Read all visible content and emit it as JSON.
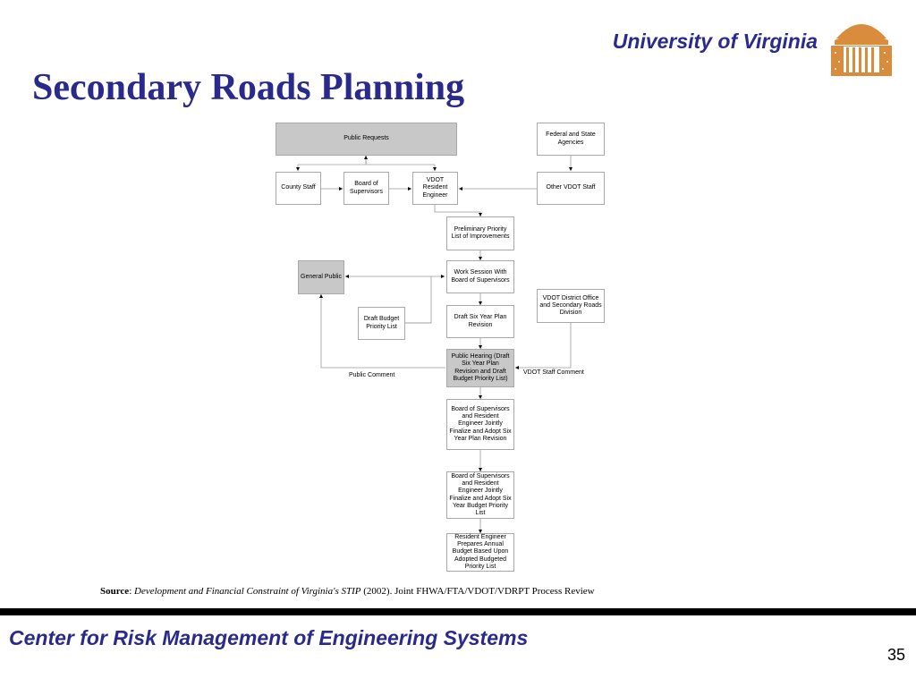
{
  "header": {
    "university": "University of Virginia",
    "title": "Secondary Roads Planning"
  },
  "diagram": {
    "nodes": {
      "public_requests": "Public Requests",
      "federal_state": "Federal and State Agencies",
      "county_staff": "County Staff",
      "board_supervisors": "Board of Supervisors",
      "vdot_resident": "VDOT Resident Engineer",
      "other_vdot": "Other VDOT Staff",
      "prelim_priority": "Preliminary Priority List of Improvements",
      "general_public": "General Public",
      "work_session": "Work Session With Board of Supervisors",
      "vdot_district": "VDOT District Office and Secondary Roads Division",
      "draft_budget": "Draft Budget Priority List",
      "draft_six_year": "Draft Six Year Plan Revision",
      "public_hearing": "Public Hearing (Draft Six Year Plan Revision and Draft Budget Priority List)",
      "adopt_plan": "Board of Supervisors and Resident Engineer Jointly Finalize and Adopt Six Year Plan Revision",
      "adopt_budget": "Board of Supervisors and Resident Engineer Jointly Finalize and Adopt Six Year Budget Priority List",
      "annual_budget": "Resident Engineer Prepares Annual Budget Based Upon Adopted Budgeted Priority List"
    },
    "labels": {
      "public_comment": "Public Comment",
      "vdot_staff_comment": "VDOT Staff Comment"
    },
    "fill_colors": {
      "highlight": "#c8c8c8"
    }
  },
  "source": {
    "label": "Source",
    "colon": ": ",
    "work": "Development and Financial Constraint of Virginia's STIP",
    "rest": " (2002).  Joint FHWA/FTA/VDOT/VDRPT Process Review"
  },
  "footer": {
    "center": "Center for Risk Management of Engineering Systems",
    "page_number": "35"
  },
  "colors": {
    "title_blue": "#2a2a8c",
    "logo_orange": "#d98c3c",
    "footer_bar": "#000000"
  }
}
